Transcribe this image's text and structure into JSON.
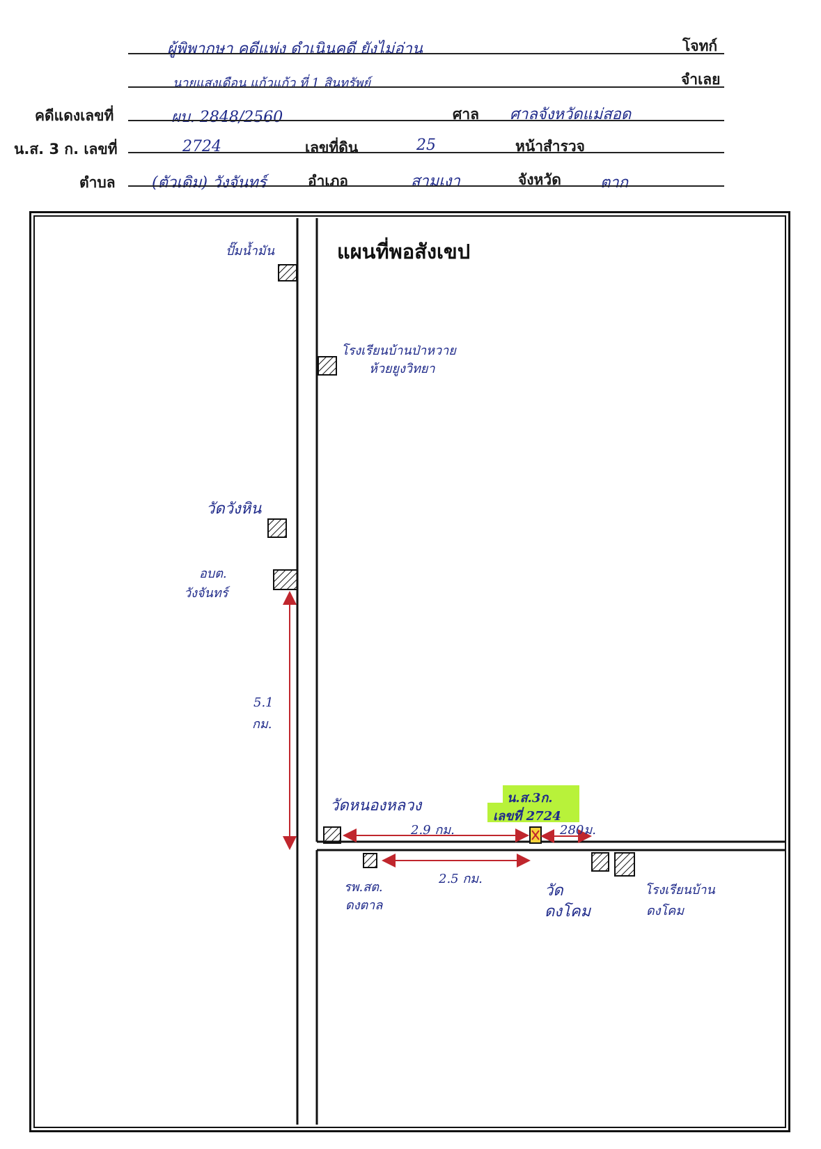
{
  "header": {
    "plaintiff": {
      "label": "โจทก์",
      "value": "ผู้พิพากษา คดีแพ่ง ดำเนินคดี ยังไม่อ่าน"
    },
    "defendant": {
      "label": "จำเลย",
      "value": "นายแสงเดือน แก้วแก้ว ที่ 1 สินทรัพย์"
    },
    "red_case": {
      "label": "คดีแดงเลขที่",
      "value": "ผบ. 2848/2560"
    },
    "court": {
      "label": "ศาล",
      "value": "ศาลจังหวัดแม่สอด"
    },
    "deed": {
      "label": "น.ส. 3 ก. เลขที่",
      "value": "2724"
    },
    "land_no": {
      "label": "เลขที่ดิน",
      "value": "25"
    },
    "survey_page": {
      "label": "หน้าสำรวจ",
      "value": ""
    },
    "subdistrict": {
      "label": "ตำบล",
      "value": "(ตัวเดิม) วังจันทร์"
    },
    "district": {
      "label": "อำเภอ",
      "value": "สามเงา"
    },
    "province": {
      "label": "จังหวัด",
      "value": "ตาก"
    }
  },
  "map": {
    "title": "แผนที่พอสังเขป",
    "landmarks": {
      "gas_station": "ปั๊มน้ำมัน",
      "school": "โรงเรียนบ้านป่าหวาย",
      "school_2": "ห้วยยูงวิทยา",
      "temple_1": "วัดวังหิน",
      "sao_1": "อบต.",
      "sao_2": "วังจันทร์",
      "temple_2": "วัดหนองหลวง",
      "clinic_1": "รพ.สต.",
      "clinic_2": "ดงตาล",
      "temple_3a": "วัด",
      "temple_3b": "ดงโคม",
      "school_3": "โรงเรียนบ้าน",
      "school_3b": "ดงโคม"
    },
    "target": {
      "line1": "น.ส.3ก.",
      "line2": "เลขที่ 2724"
    },
    "distances": {
      "vertical_value": "5.1",
      "vertical_unit": "กม.",
      "main": "2.9 กม.",
      "right": "280ม.",
      "lower": "2.5 กม."
    }
  },
  "colors": {
    "ink": "#1f2a8a",
    "arrow": "#c0262d",
    "highlight": "#b8f23a",
    "line": "#111111"
  }
}
